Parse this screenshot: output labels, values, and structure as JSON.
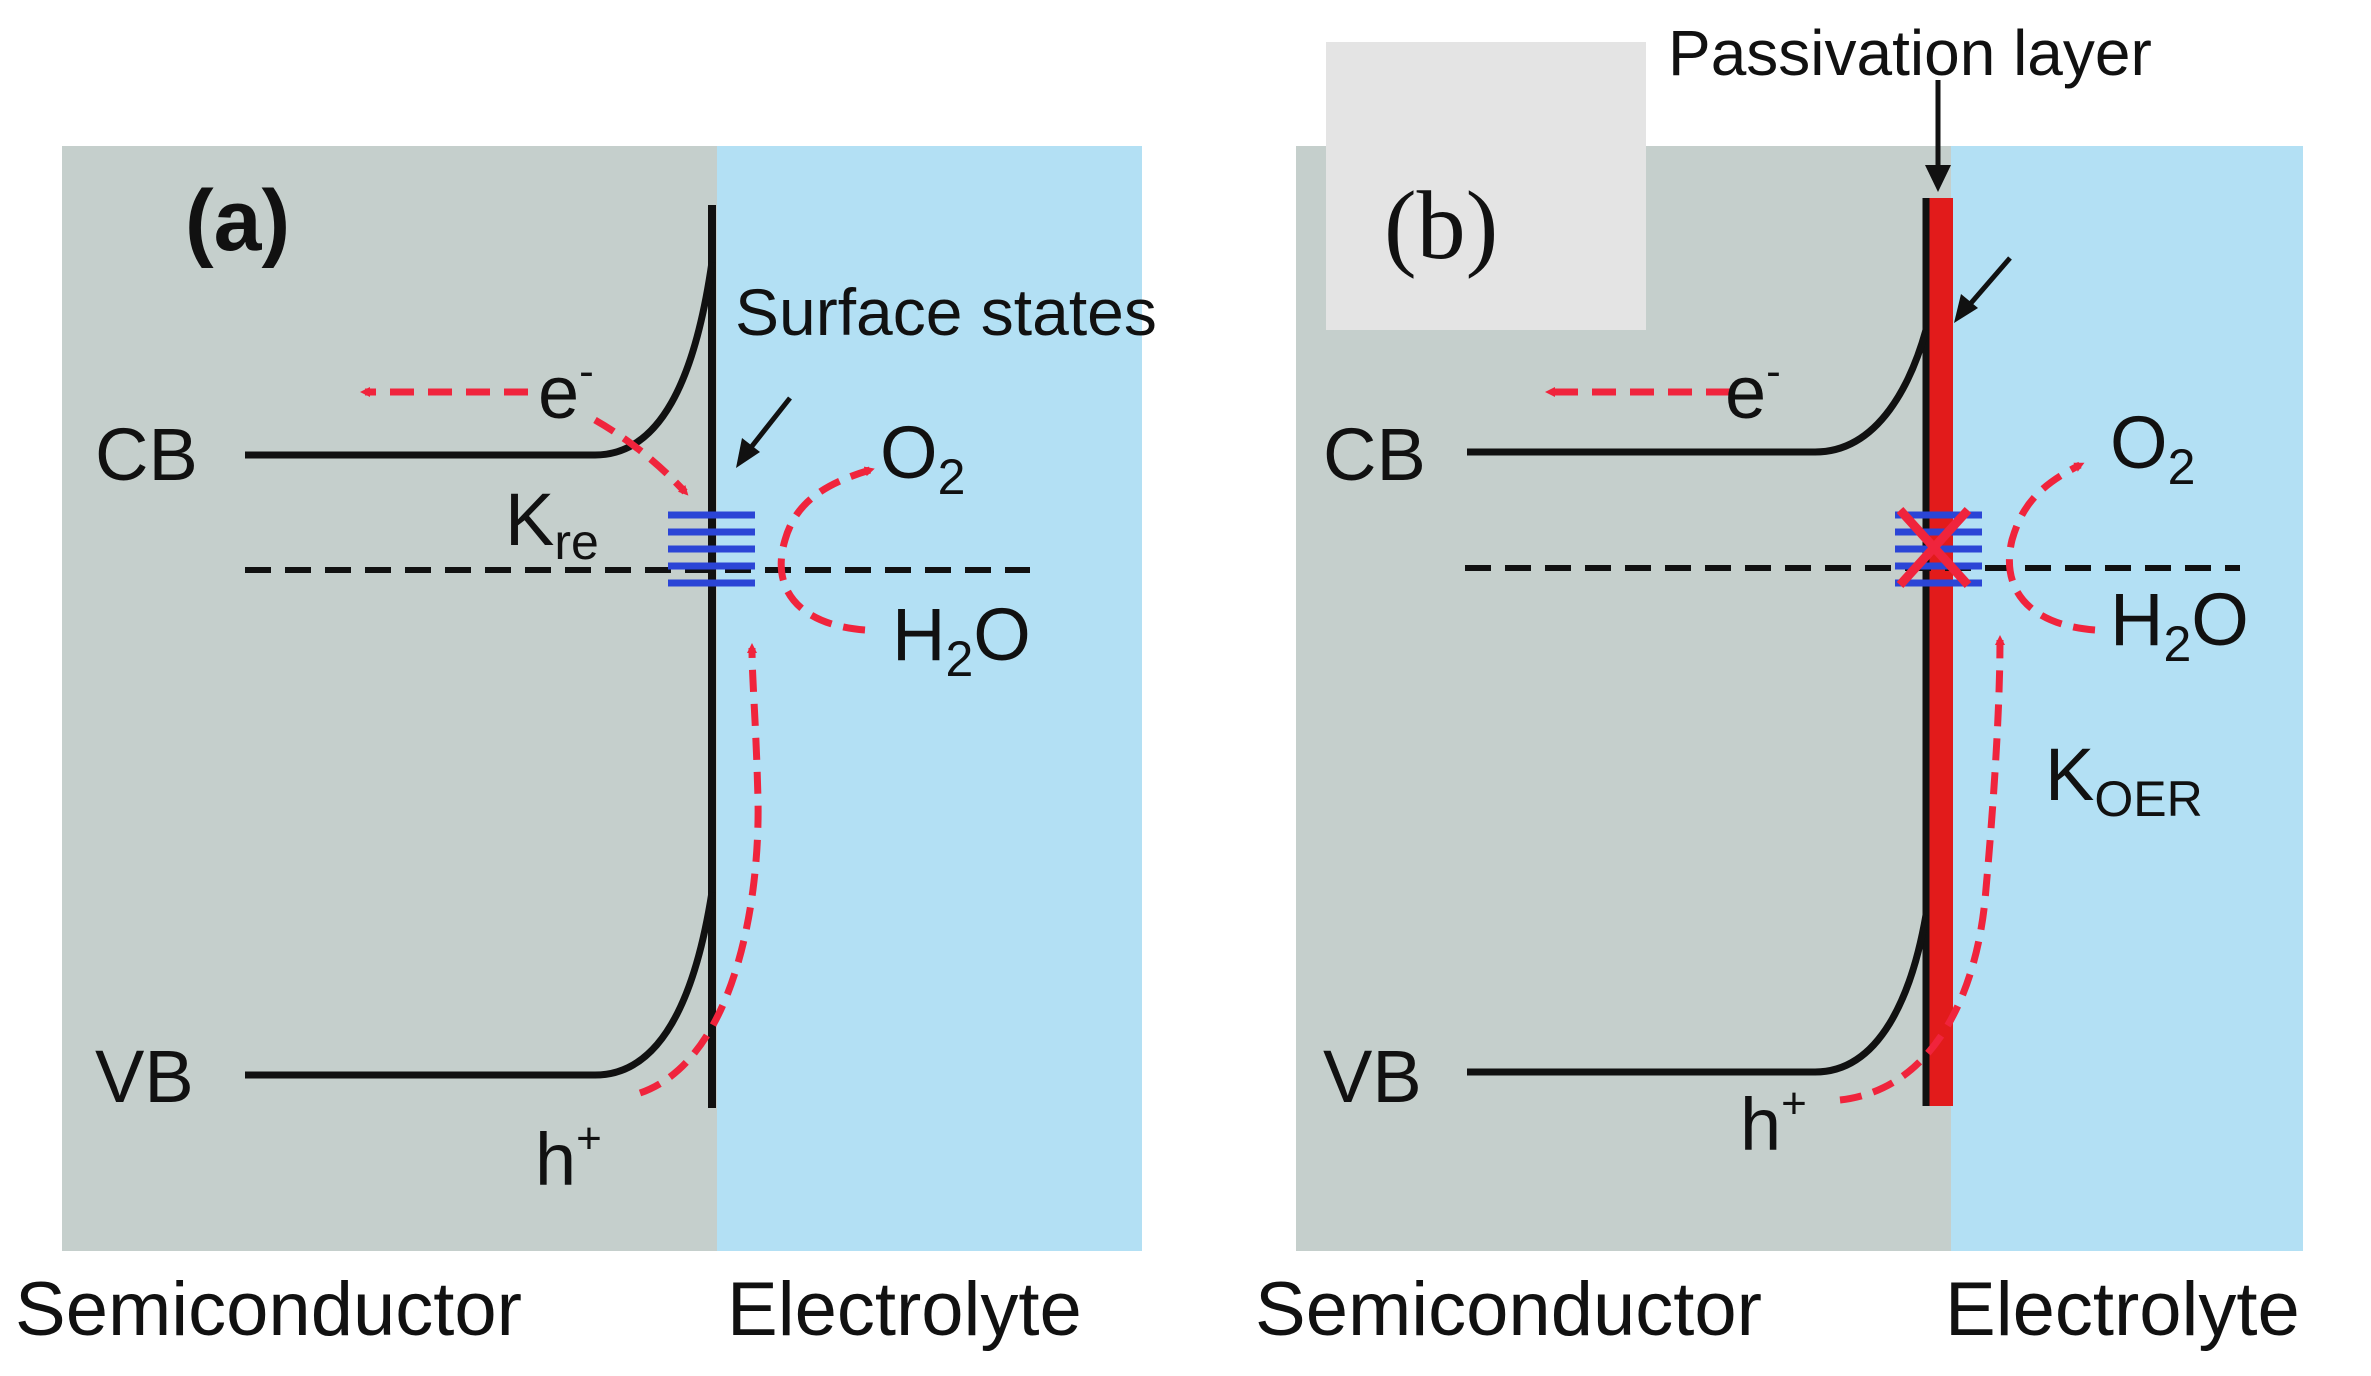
{
  "panels": [
    {
      "id": "a",
      "tag": "(a)",
      "cb": "CB",
      "vb": "VB",
      "electron": {
        "base": "e",
        "sup": "-"
      },
      "hole": {
        "base": "h",
        "sup": "+"
      },
      "rate": {
        "base": "K",
        "sub": "re"
      },
      "o2": {
        "base": "O",
        "sub": "2"
      },
      "water": {
        "pre": "H",
        "sub": "2",
        "post": "O"
      },
      "surface_states": "Surface states",
      "left_region": "Semiconductor",
      "right_region": "Electrolyte"
    },
    {
      "id": "b",
      "tag": "(b)",
      "cb": "CB",
      "vb": "VB",
      "electron": {
        "base": "e",
        "sup": "-"
      },
      "hole": {
        "base": "h",
        "sup": "+"
      },
      "rate": {
        "base": "K",
        "sub": "OER"
      },
      "o2": {
        "base": "O",
        "sub": "2"
      },
      "water": {
        "pre": "H",
        "sub": "2",
        "post": "O"
      },
      "passivation_layer": "Passivation layer",
      "left_region": "Semiconductor",
      "right_region": "Electrolyte"
    }
  ],
  "colors": {
    "semiconductor": "#c5cfcc",
    "electrolyte": "#b3e0f4",
    "band": "#111111",
    "arrow": "#f0243c",
    "states": "#2b45d6",
    "passivation": "#e21b1b",
    "label_box": "#e4e4e4"
  }
}
